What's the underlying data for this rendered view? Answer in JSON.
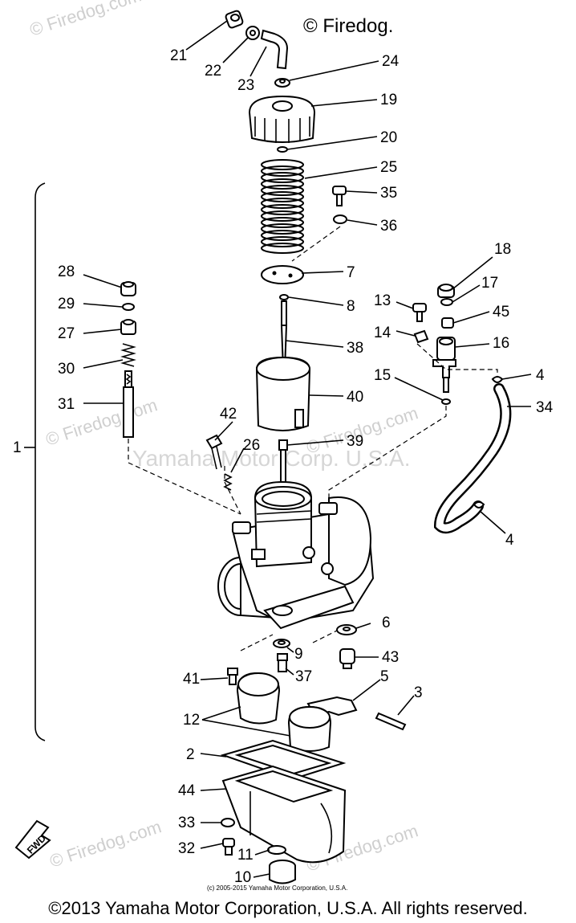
{
  "watermarks": {
    "top": "© Firedog.",
    "repeat": "© Firedog.com",
    "center": "Yamaha Motor Corp. U.S.A."
  },
  "credit_small": "(c) 2005-2015 Yamaha Motor Corporation, U.S.A.",
  "copyright": "©2013 Yamaha Motor Corporation, U.S.A. All rights reserved.",
  "fwd_label": "FWD",
  "bracket_label": "1",
  "callouts": {
    "c21": "21",
    "c22": "22",
    "c23": "23",
    "c24": "24",
    "c19": "19",
    "c20": "20",
    "c25": "25",
    "c35": "35",
    "c36": "36",
    "c7": "7",
    "c8": "8",
    "c38": "38",
    "c40": "40",
    "c39": "39",
    "c42": "42",
    "c26": "26",
    "c28": "28",
    "c29": "29",
    "c27": "27",
    "c30": "30",
    "c31": "31",
    "c18": "18",
    "c17": "17",
    "c13": "13",
    "c45": "45",
    "c14": "14",
    "c16": "16",
    "c15": "15",
    "c4a": "4",
    "c34": "34",
    "c4b": "4",
    "c6": "6",
    "c9": "9",
    "c43": "43",
    "c41": "41",
    "c37": "37",
    "c5": "5",
    "c3": "3",
    "c12": "12",
    "c2": "2",
    "c44": "44",
    "c33": "33",
    "c32": "32",
    "c11": "11",
    "c10": "10"
  }
}
